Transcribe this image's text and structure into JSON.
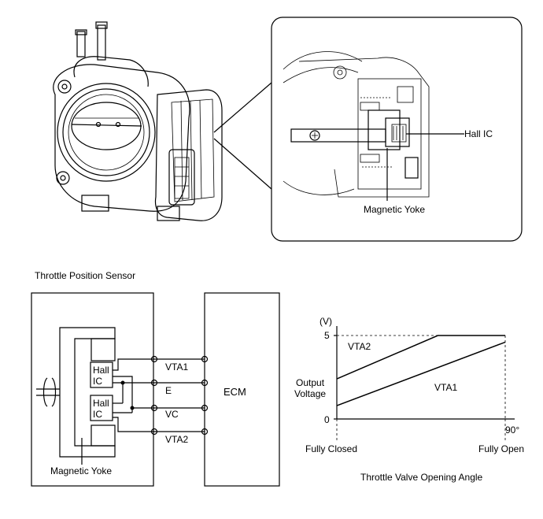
{
  "callouts": {
    "hall_ic": "Hall IC",
    "magnetic_yoke_top": "Magnetic Yoke"
  },
  "schematic": {
    "title": "Throttle Position Sensor",
    "hall_ic_label_1": "Hall\nIC",
    "hall_ic_label_2": "Hall\nIC",
    "magnetic_yoke": "Magnetic Yoke",
    "ecm": "ECM",
    "terminals": [
      "VTA1",
      "E",
      "VC",
      "VTA2"
    ]
  },
  "chart_data": {
    "type": "line",
    "x_label": "Throttle Valve Opening Angle",
    "x_ticks": [
      "Fully Closed",
      "Fully Open"
    ],
    "x_tick_extra": "90°",
    "y_unit": "(V)",
    "y_ticks": [
      "0",
      "5"
    ],
    "y_label": "Output\nVoltage",
    "ylim": [
      0,
      5
    ],
    "series": [
      {
        "name": "VTA2",
        "points": [
          [
            0,
            2.4
          ],
          [
            0.6,
            5.0
          ],
          [
            1.0,
            5.0
          ]
        ]
      },
      {
        "name": "VTA1",
        "points": [
          [
            0,
            0.8
          ],
          [
            1.0,
            4.6
          ]
        ]
      }
    ],
    "dashed_5v_line": true
  }
}
